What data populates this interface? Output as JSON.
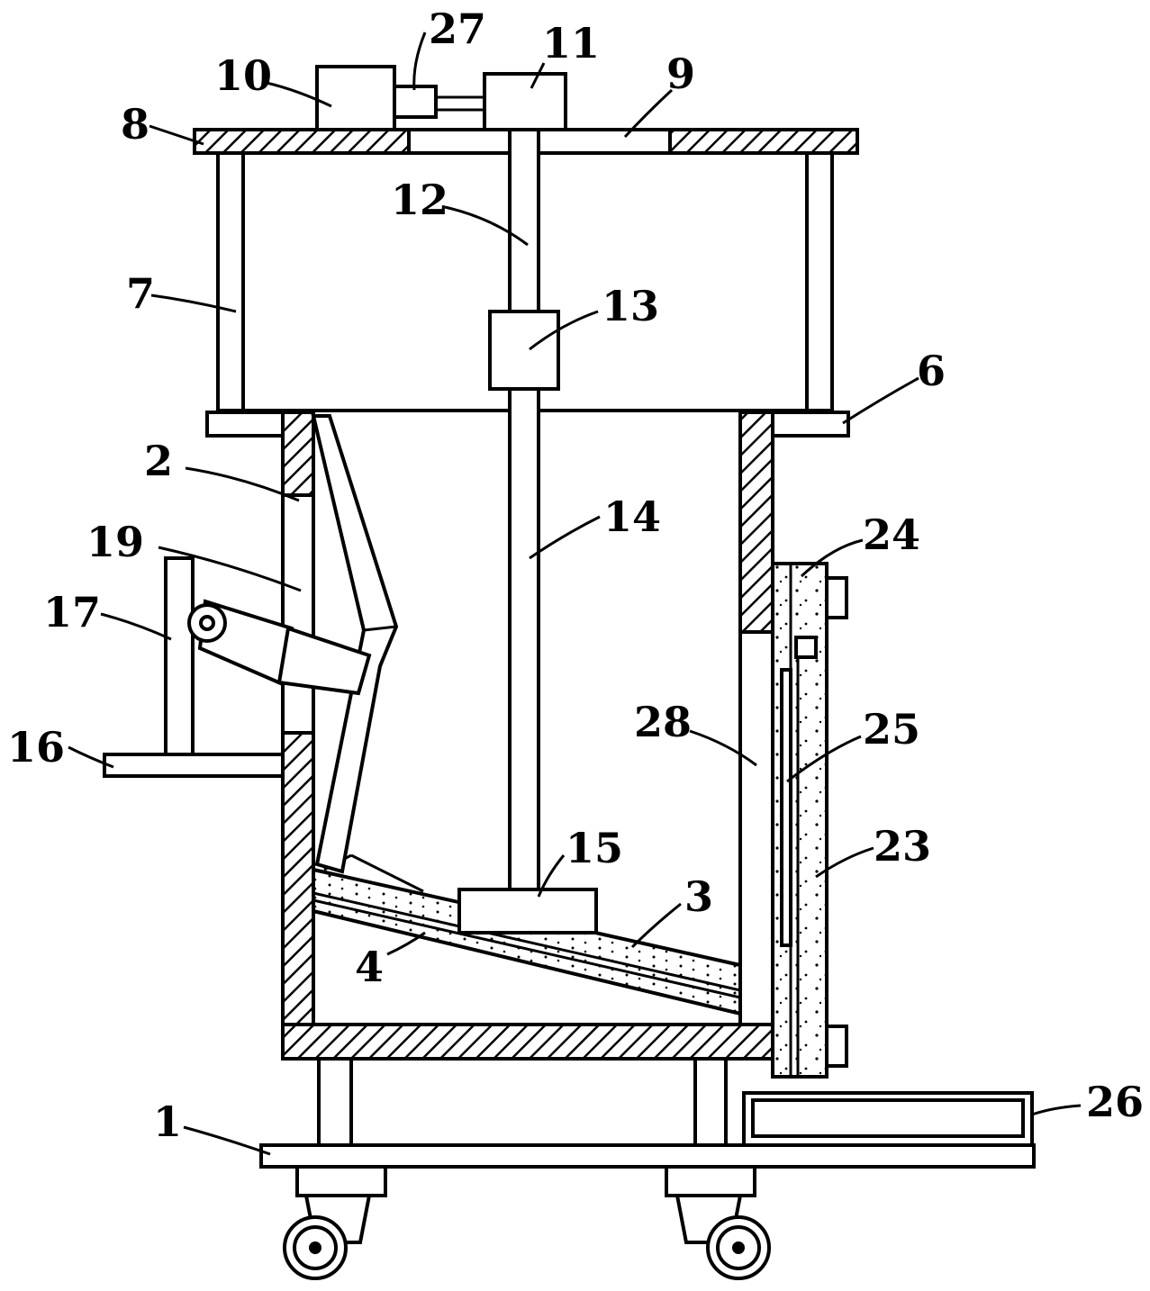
{
  "labels": {
    "l1": "1",
    "l2": "2",
    "l3": "3",
    "l4": "4",
    "l6": "6",
    "l7": "7",
    "l8": "8",
    "l9": "9",
    "l10": "10",
    "l11": "11",
    "l12": "12",
    "l13": "13",
    "l14": "14",
    "l15": "15",
    "l16": "16",
    "l17": "17",
    "l19": "19",
    "l23": "23",
    "l24": "24",
    "l25": "25",
    "l26": "26",
    "l27": "27",
    "l28": "28"
  }
}
